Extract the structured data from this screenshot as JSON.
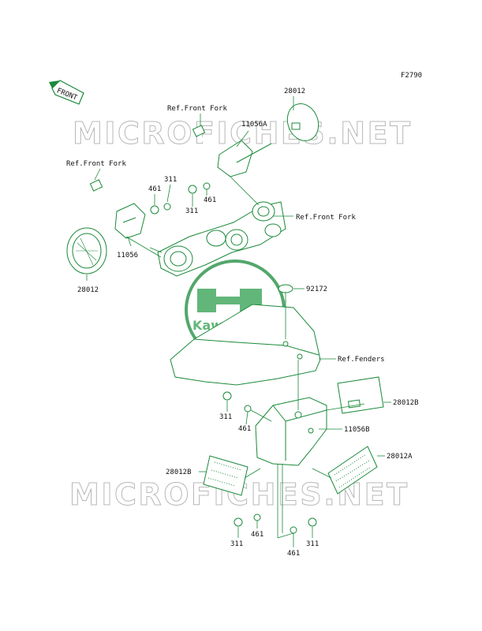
{
  "figure_code": "F2790",
  "direction_label": "FRONT",
  "logo": {
    "text": "Kawasaki",
    "color": "#1a8a3a"
  },
  "watermark": "MICROFICHES.NET",
  "labels": {
    "ref_front_fork_top": "Ref.Front Fork",
    "ref_front_fork_left": "Ref.Front Fork",
    "ref_front_fork_right": "Ref.Front Fork",
    "ref_fenders": "Ref.Fenders",
    "p28012_top": "28012",
    "p28012_left": "28012",
    "p11056A": "11056A",
    "p11056": "11056",
    "p311_a": "311",
    "p461_a": "461",
    "p311_b": "311",
    "p461_b": "461",
    "p92172": "92172",
    "p28012B_right": "28012B",
    "p28012B_left": "28012B",
    "p28012A": "28012A",
    "p11056B": "11056B",
    "p311_c": "311",
    "p461_c": "461",
    "p311_d": "311",
    "p461_d": "461",
    "p311_e": "311",
    "p461_e": "461"
  }
}
